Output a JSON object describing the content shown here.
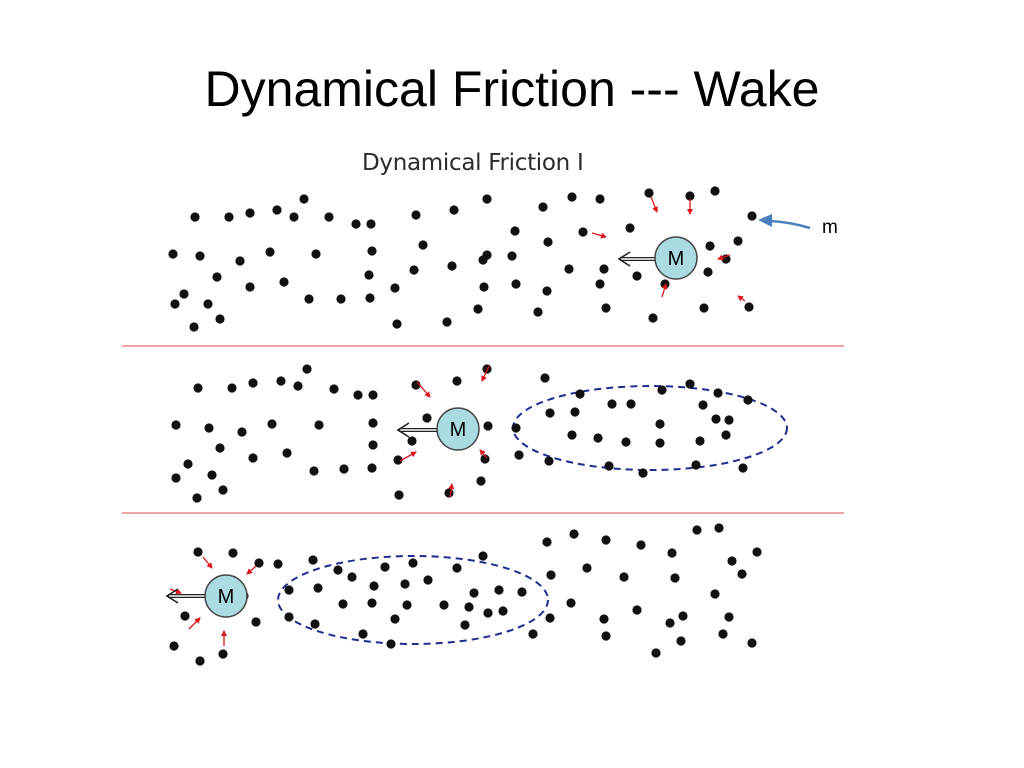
{
  "slide": {
    "title": "Dynamical Friction --- Wake"
  },
  "figure": {
    "title": "Dynamical Friction  I",
    "mass_label": "M",
    "particle_label": "m",
    "colors": {
      "dot": "#111111",
      "mass_fill": "#a9dbe0",
      "mass_stroke": "#444444",
      "pull_arrow": "#e0151b",
      "wake_ellipse": "#1f2d8f",
      "divider": "#e24a4a",
      "pointer_arrow": "#4a7fc0"
    },
    "panels": [
      {
        "name": "panel-1",
        "wake": false
      },
      {
        "name": "panel-2",
        "wake": true
      },
      {
        "name": "panel-3",
        "wake": true
      }
    ]
  }
}
